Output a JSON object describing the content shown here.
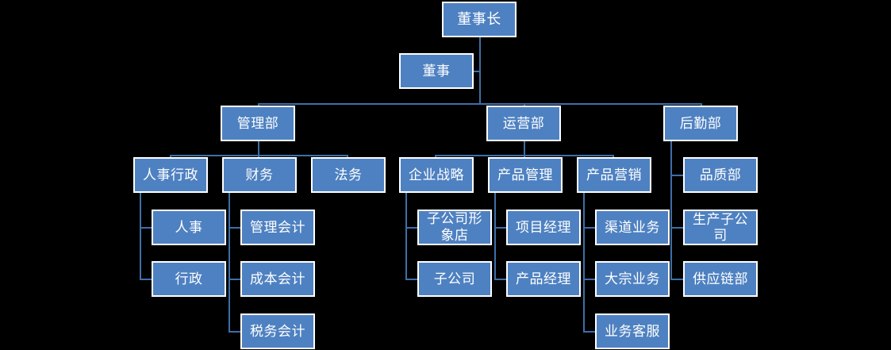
{
  "chart": {
    "type": "org-chart",
    "title": "",
    "background_color": "#000000",
    "node_fill_color": "#4E81C1",
    "node_border_color": "#FFFFFF",
    "node_text_color": "#FFFFFF",
    "connector_color": "#3E6FA8",
    "levels": 5
  },
  "nodes": {
    "chairman": {
      "label": "董事长",
      "level": 1
    },
    "director": {
      "label": "董事",
      "level": 2,
      "role": "assistant"
    },
    "mgmt_dept": {
      "label": "管理部",
      "level": 3
    },
    "ops_dept": {
      "label": "运营部",
      "level": 3
    },
    "logistics_dept": {
      "label": "后勤部",
      "level": 3
    },
    "hr_admin": {
      "label": "人事行政",
      "level": 4
    },
    "finance": {
      "label": "财务",
      "level": 4
    },
    "legal": {
      "label": "法务",
      "level": 4
    },
    "enterprise_strategy": {
      "label": "企业战略",
      "level": 4
    },
    "product_mgmt": {
      "label": "产品管理",
      "level": 4
    },
    "product_marketing": {
      "label": "产品营销",
      "level": 4
    },
    "quality_dept": {
      "label": "品质部",
      "level": 4
    },
    "hr": {
      "label": "人事",
      "level": 5
    },
    "admin": {
      "label": "行政",
      "level": 5
    },
    "mgmt_accounting": {
      "label": "管理会计",
      "level": 5
    },
    "cost_accounting": {
      "label": "成本会计",
      "level": 5
    },
    "tax_accounting": {
      "label": "税务会计",
      "level": 5
    },
    "subsidiary_store": {
      "label": "子公司形象店",
      "level": 5
    },
    "subsidiary": {
      "label": "子公司",
      "level": 5
    },
    "project_manager": {
      "label": "项目经理",
      "level": 5
    },
    "product_manager": {
      "label": "产品经理",
      "level": 5
    },
    "channel_business": {
      "label": "渠道业务",
      "level": 5
    },
    "bulk_business": {
      "label": "大宗业务",
      "level": 5
    },
    "business_service": {
      "label": "业务客服",
      "level": 5
    },
    "production_subsidiary": {
      "label": "生产子公司",
      "level": 5
    },
    "supply_chain_dept": {
      "label": "供应链部",
      "level": 5
    }
  },
  "edges": [
    {
      "from": "chairman",
      "to": "director"
    },
    {
      "from": "chairman",
      "to": "mgmt_dept"
    },
    {
      "from": "chairman",
      "to": "ops_dept"
    },
    {
      "from": "chairman",
      "to": "logistics_dept"
    },
    {
      "from": "mgmt_dept",
      "to": "hr_admin"
    },
    {
      "from": "mgmt_dept",
      "to": "finance"
    },
    {
      "from": "mgmt_dept",
      "to": "legal"
    },
    {
      "from": "ops_dept",
      "to": "enterprise_strategy"
    },
    {
      "from": "ops_dept",
      "to": "product_mgmt"
    },
    {
      "from": "ops_dept",
      "to": "product_marketing"
    },
    {
      "from": "logistics_dept",
      "to": "quality_dept"
    },
    {
      "from": "logistics_dept",
      "to": "production_subsidiary"
    },
    {
      "from": "logistics_dept",
      "to": "supply_chain_dept"
    },
    {
      "from": "hr_admin",
      "to": "hr"
    },
    {
      "from": "hr_admin",
      "to": "admin"
    },
    {
      "from": "finance",
      "to": "mgmt_accounting"
    },
    {
      "from": "finance",
      "to": "cost_accounting"
    },
    {
      "from": "finance",
      "to": "tax_accounting"
    },
    {
      "from": "enterprise_strategy",
      "to": "subsidiary_store"
    },
    {
      "from": "enterprise_strategy",
      "to": "subsidiary"
    },
    {
      "from": "product_mgmt",
      "to": "project_manager"
    },
    {
      "from": "product_mgmt",
      "to": "product_manager"
    },
    {
      "from": "product_marketing",
      "to": "channel_business"
    },
    {
      "from": "product_marketing",
      "to": "bulk_business"
    },
    {
      "from": "product_marketing",
      "to": "business_service"
    }
  ]
}
